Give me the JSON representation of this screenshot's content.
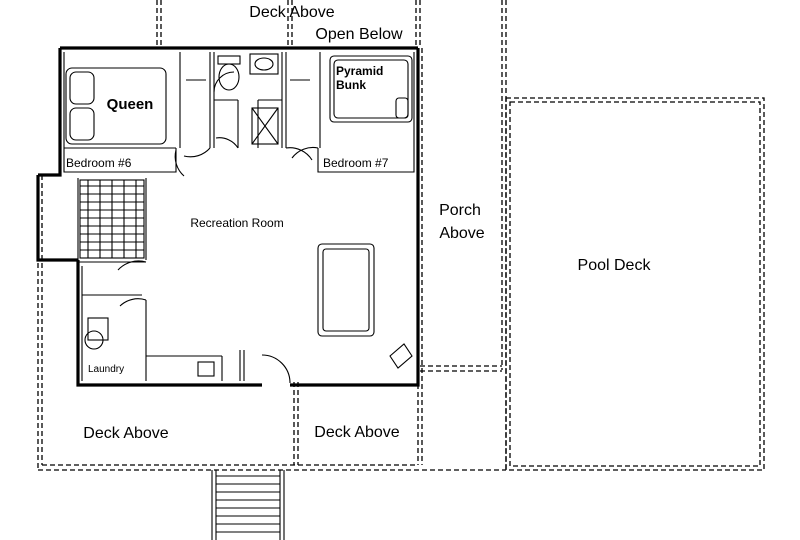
{
  "labels": {
    "deck_above_top": "Deck Above",
    "open_below": "Open Below",
    "queen": "Queen",
    "bedroom_6": "Bedroom #6",
    "pyramid_bunk_line1": "Pyramid",
    "pyramid_bunk_line2": "Bunk",
    "bedroom_7": "Bedroom #7",
    "recreation_room": "Recreation Room",
    "porch_line1": "Porch",
    "porch_line2": "Above",
    "pool_deck": "Pool Deck",
    "laundry": "Laundry",
    "deck_above_left": "Deck Above",
    "deck_above_center": "Deck Above"
  }
}
